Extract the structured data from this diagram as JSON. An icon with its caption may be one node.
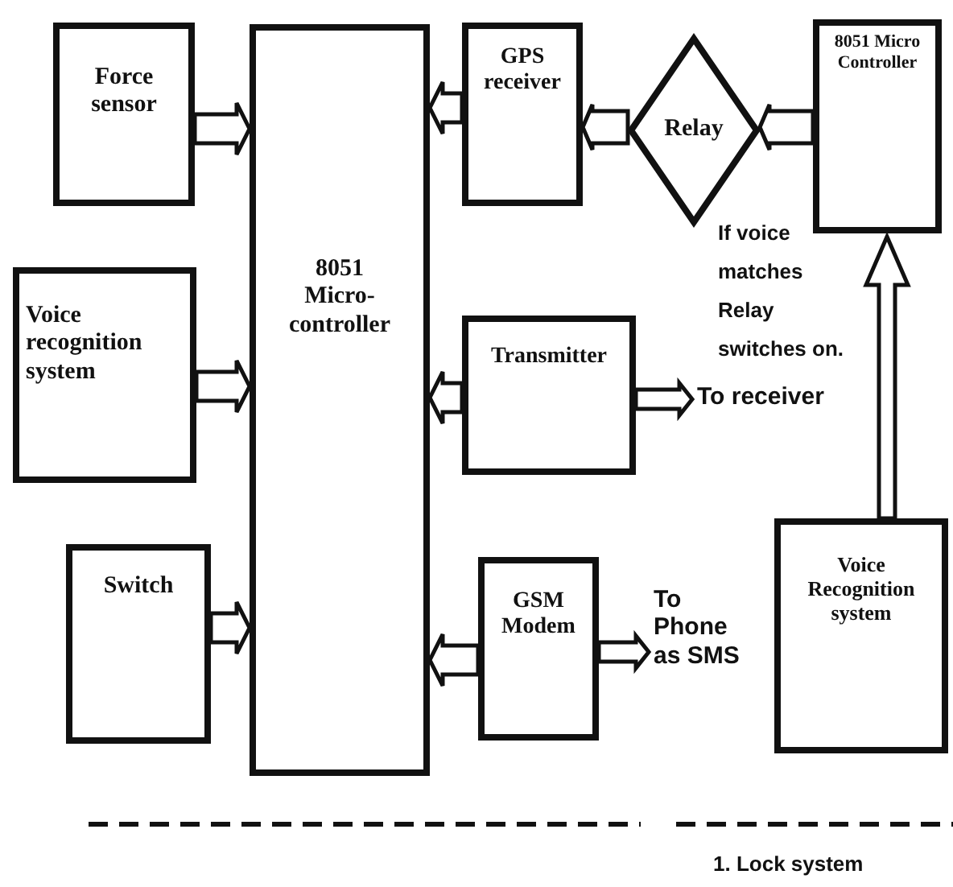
{
  "diagram": {
    "nodes": [
      {
        "text": [
          "Force sensor"
        ]
      },
      {
        "text": [
          "Voice recognition system"
        ]
      },
      {
        "text": [
          "Switch"
        ]
      },
      {
        "text": [
          "8051 Micro-controller"
        ]
      },
      {
        "text": [
          "GPS receiver"
        ]
      },
      {
        "text": [
          "Relay"
        ]
      },
      {
        "text": [
          "8051 Micro Controller"
        ]
      },
      {
        "text": [
          "Transmitter"
        ]
      },
      {
        "text": [
          "GSM Modem"
        ]
      },
      {
        "text": [
          "Voice Recognition system"
        ]
      },
      {
        "text": [
          "To receiver"
        ]
      },
      {
        "text": [
          "To Phone as SMS"
        ]
      }
    ],
    "edges": [
      {
        "from": 0,
        "to": 3,
        "arrow": "to"
      },
      {
        "from": 1,
        "to": 3,
        "arrow": "to"
      },
      {
        "from": 2,
        "to": 3,
        "arrow": "to"
      },
      {
        "from": 4,
        "to": 3,
        "arrow": "to"
      },
      {
        "from": 7,
        "to": 3,
        "arrow": "to"
      },
      {
        "from": 8,
        "to": 3,
        "arrow": "to"
      },
      {
        "from": 5,
        "to": 4,
        "arrow": "to"
      },
      {
        "from": 6,
        "to": 5,
        "arrow": "to"
      },
      {
        "from": 9,
        "to": 6,
        "arrow": "to"
      },
      {
        "from": 7,
        "to": 10,
        "arrow": "to"
      },
      {
        "from": 8,
        "to": 11,
        "arrow": "to"
      }
    ],
    "labels": [
      "If voice matches Relay switches on.",
      "1. Lock system"
    ]
  }
}
